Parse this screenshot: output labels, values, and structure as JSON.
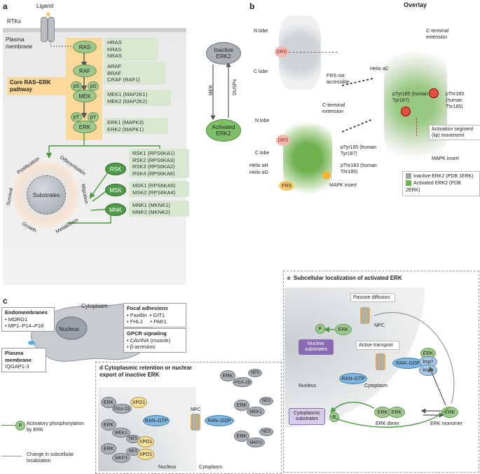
{
  "panel_a": {
    "letter": "a",
    "ligand": "Ligand",
    "rtks": "RTKs",
    "plasma_membrane": "Plasma membrane",
    "core_pathway": "Core RAS–ERK pathway",
    "ras": "RAS",
    "raf": "RAF",
    "mek": "MEK",
    "erk": "ERK",
    "ps1": "pS",
    "ps2": "pS",
    "pt": "pT",
    "py": "pY",
    "ras_list": [
      "HRAS",
      "KRAS",
      "NRAS"
    ],
    "raf_list": [
      "ARAF",
      "BRAF",
      "CRAF (RAF1)"
    ],
    "mek_list": [
      "MEK1 (MAP2K1)",
      "MEK2 (MAP2K2)"
    ],
    "erk_list": [
      "ERK1 (MAPK3)",
      "ERK2 (MAPK1)"
    ],
    "rsk": "RSK",
    "msk": "MSK",
    "mnk": "MNK",
    "rsk_list": [
      "RSK1 (RPS6KA1)",
      "RSK2 (RPS6KA3)",
      "RSK3 (RPS6KA2)",
      "RSK4 (RPS6KA6)"
    ],
    "msk_list": [
      "MSK1 (RPS6KA5)",
      "MSK2 (RPS6KA4)"
    ],
    "mnk_list": [
      "MNK1 (MKNK1)",
      "MNK2 (MKNK2)"
    ],
    "substrates": "Substrates",
    "functions": [
      "Proliferation",
      "Differentiation",
      "Migration",
      "Metabolism",
      "Growth",
      "Survival"
    ]
  },
  "panel_b": {
    "letter": "b",
    "overlay": "Overlay",
    "inactive_erk2": "Inactive ERK2",
    "activated_erk2": "Activated ERK2",
    "mek": "MEK",
    "dusps": "DUSPs",
    "n_lobe": "N lobe",
    "c_lobe": "C lobe",
    "drs": "DRS",
    "frs_not_accessible": "FRS not accessible",
    "c_terminal_extension": "C-terminal extension",
    "helix_ah": "Helix αH",
    "helix_ag": "Helix αG",
    "frs": "FRS",
    "mapk_insert": "MAPK insert",
    "ptyr185": "pTyr185 (human Tyr187)",
    "pthr183": "pThr183 (human Thr185)",
    "helix_ac": "Helix αC",
    "activation_segment": "Activation segment (lip) movement",
    "legend_inactive": "Inactive ERK2 (PDB 1ERK)",
    "legend_active": "Activated ERK2 (PDB 2ERK)",
    "colors": {
      "inactive": "#9ca3a8",
      "active": "#6cb84a"
    }
  },
  "panel_c": {
    "letter": "c",
    "cytoplasm": "Cytoplasm",
    "nucleus": "Nucleus",
    "endomembranes_title": "Endomembranes",
    "endomembranes_items": [
      "MORG1",
      "MP1–P14–P18"
    ],
    "plasma_membrane_title": "Plasma membrane",
    "plasma_membrane_item": "IQGAP1-3",
    "focal_title": "Focal adhesions",
    "focal_items": [
      "Paxillin",
      "GIT1",
      "FHL1",
      "PAK1"
    ],
    "gpcr_title": "GPCR signaling",
    "gpcr_items": [
      "CAVIN4 (muscle)",
      "β-arrestins"
    ]
  },
  "panel_d": {
    "letter": "d",
    "title": "Cytoplasmic retention or nuclear export of inactive ERK",
    "erk": "ERK",
    "pea15": "PEA-15",
    "xpo1": "XPO1",
    "mek1": "MEK1",
    "nes": "NES",
    "mkp3": "MKP3",
    "ran_gtp": "RAN–GTP",
    "ran_gdp": "RAN–GDP",
    "npc": "NPC",
    "nucleus": "Nucleus",
    "cytoplasm": "Cytoplasm"
  },
  "panel_e": {
    "letter": "e",
    "title": "Subcellular localization of activated ERK",
    "passive_diffusion": "Passive diffusion",
    "active_transport": "Active transport",
    "npc": "NPC",
    "erk": "ERK",
    "p": "P",
    "nuclear_substrates": "Nuclear substrates",
    "ran_gtp": "RAN–GTP",
    "ran_gdp": "RAN–GDP",
    "imp7": "Imp7",
    "impb": "Impb",
    "nucleus": "Nucleus",
    "cytoplasm": "Cytoplasm",
    "cytoplasmic_substrates": "Cytoplasmic substrates",
    "erk_dimer": "ERK dimer",
    "erk_monomer": "ERK monomer"
  },
  "legend": {
    "p": "P",
    "activatory": "Activatory phosphorylation by ERK",
    "change": "Change in subcellular localization"
  }
}
